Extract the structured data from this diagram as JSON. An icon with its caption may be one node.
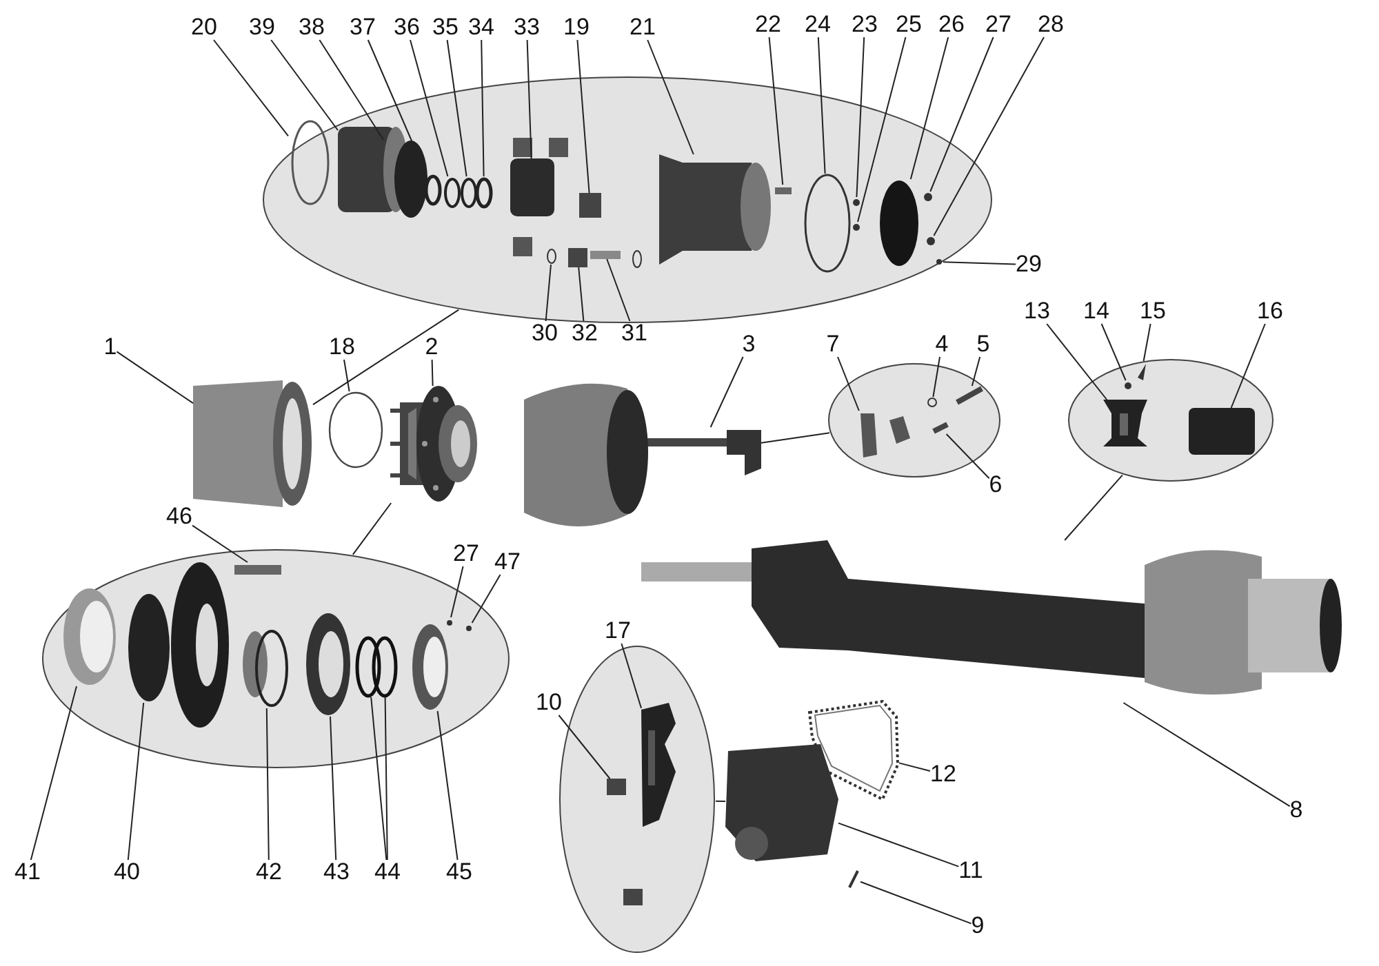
{
  "diagram": {
    "nodes": [
      {
        "text": [
          "20"
        ]
      },
      {
        "text": [
          "39"
        ]
      },
      {
        "text": [
          "38"
        ]
      },
      {
        "text": [
          "37"
        ]
      },
      {
        "text": [
          "36"
        ]
      },
      {
        "text": [
          "35"
        ]
      },
      {
        "text": [
          "34"
        ]
      },
      {
        "text": [
          "33"
        ]
      },
      {
        "text": [
          "19"
        ]
      },
      {
        "text": [
          "21"
        ]
      },
      {
        "text": [
          "22"
        ]
      },
      {
        "text": [
          "24"
        ]
      },
      {
        "text": [
          "23"
        ]
      },
      {
        "text": [
          "25"
        ]
      },
      {
        "text": [
          "26"
        ]
      },
      {
        "text": [
          "27"
        ]
      },
      {
        "text": [
          "28"
        ]
      },
      {
        "text": [],
        "shape": "ellipse"
      },
      {
        "text": [
          "29"
        ]
      },
      {
        "text": [
          "30"
        ]
      },
      {
        "text": [
          "32"
        ]
      },
      {
        "text": [
          "31"
        ]
      },
      {
        "text": [
          "1"
        ]
      },
      {
        "text": [
          "18"
        ]
      },
      {
        "text": [
          "2"
        ]
      },
      {
        "text": [
          "3"
        ]
      },
      {
        "text": [
          "7"
        ]
      },
      {
        "text": [
          "4"
        ]
      },
      {
        "text": [
          "5"
        ]
      },
      {
        "text": [
          "13"
        ]
      },
      {
        "text": [
          "14"
        ]
      },
      {
        "text": [
          "15"
        ]
      },
      {
        "text": [
          "16"
        ]
      },
      {
        "text": [],
        "shape": "ellipse"
      },
      {
        "text": [],
        "shape": "ellipse"
      },
      {
        "text": [
          "6"
        ]
      },
      {
        "text": [
          "46"
        ]
      },
      {
        "text": [
          "27"
        ]
      },
      {
        "text": [
          "47"
        ]
      },
      {
        "text": [],
        "shape": "ellipse"
      },
      {
        "text": [
          "17"
        ]
      },
      {
        "text": [
          "10"
        ]
      },
      {
        "text": [
          "12"
        ]
      },
      {
        "text": [],
        "shape": "ellipse"
      },
      {
        "text": [
          "11"
        ]
      },
      {
        "text": [
          "8"
        ]
      },
      {
        "text": [
          "9"
        ]
      },
      {
        "text": [
          "41"
        ]
      },
      {
        "text": [
          "40"
        ]
      },
      {
        "text": [
          "42"
        ]
      },
      {
        "text": [
          "43"
        ]
      },
      {
        "text": [
          "44"
        ]
      },
      {
        "text": [
          "45"
        ]
      },
      {
        "text": [],
        "shape": "ring",
        "in": 17
      },
      {
        "text": [],
        "shape": "box",
        "in": 17
      },
      {
        "text": [],
        "shape": "ellipse",
        "in": 17
      },
      {
        "text": [],
        "shape": "ring",
        "in": 17
      },
      {
        "text": [],
        "shape": "ring",
        "in": 17
      },
      {
        "text": [],
        "shape": "ring",
        "in": 17
      },
      {
        "text": [],
        "shape": "ring",
        "in": 17
      },
      {
        "text": [],
        "shape": "box",
        "in": 17
      },
      {
        "text": [],
        "shape": "box",
        "in": 17
      },
      {
        "text": [],
        "shape": "picture",
        "in": 17
      },
      {
        "text": [],
        "shape": "box",
        "in": 17
      },
      {
        "text": [],
        "shape": "ring",
        "in": 17
      },
      {
        "text": [],
        "shape": "circle",
        "in": 17
      },
      {
        "text": [],
        "shape": "circle",
        "in": 17
      },
      {
        "text": [],
        "shape": "ellipse",
        "in": 17
      },
      {
        "text": [],
        "shape": "circle",
        "in": 17
      },
      {
        "text": [],
        "shape": "circle",
        "in": 17
      },
      {
        "text": [],
        "shape": "circle",
        "in": 17
      },
      {
        "text": [],
        "shape": "ring",
        "in": 17
      },
      {
        "text": [],
        "shape": "box",
        "in": 17
      },
      {
        "text": [],
        "shape": "box",
        "in": 17
      },
      {
        "text": [],
        "shape": "cylinder"
      },
      {
        "text": [],
        "shape": "ring"
      },
      {
        "text": [],
        "shape": "picture"
      },
      {
        "text": [],
        "shape": "picture"
      },
      {
        "text": [],
        "shape": "box",
        "in": 33
      },
      {
        "text": [],
        "shape": "ring",
        "in": 33
      },
      {
        "text": [],
        "shape": "bar",
        "in": 33
      },
      {
        "text": [],
        "shape": "bar",
        "in": 33
      },
      {
        "text": [],
        "shape": "picture",
        "in": 34
      },
      {
        "text": [],
        "shape": "circle",
        "in": 34
      },
      {
        "text": [],
        "shape": "triangle",
        "in": 34
      },
      {
        "text": [],
        "shape": "box",
        "in": 34
      },
      {
        "text": [],
        "shape": "bar",
        "in": 39
      },
      {
        "text": [],
        "shape": "circle",
        "in": 39
      },
      {
        "text": [],
        "shape": "circle",
        "in": 39
      },
      {
        "text": [],
        "shape": "picture",
        "in": 39
      },
      {
        "text": [],
        "shape": "ellipse",
        "in": 39
      },
      {
        "text": [],
        "shape": "ring",
        "in": 39
      },
      {
        "text": [],
        "shape": "picture",
        "in": 39
      },
      {
        "text": [],
        "shape": "ring",
        "in": 39
      },
      {
        "text": [],
        "shape": "ring",
        "in": 39
      },
      {
        "text": [],
        "shape": "picture",
        "in": 39
      },
      {
        "text": [],
        "shape": "picture",
        "in": 43
      },
      {
        "text": [],
        "shape": "box",
        "in": 43
      },
      {
        "text": [],
        "shape": "picture"
      },
      {
        "text": [],
        "shape": "picture"
      },
      {
        "text": [],
        "shape": "bar"
      },
      {
        "text": [],
        "shape": "picture"
      }
    ],
    "edges": [
      {
        "from": 0,
        "to": 53,
        "arrow": "none"
      },
      {
        "from": 1,
        "to": 54,
        "arrow": "none"
      },
      {
        "from": 2,
        "to": 55,
        "arrow": "none"
      },
      {
        "from": 3,
        "to": 56,
        "arrow": "none"
      },
      {
        "from": 4,
        "to": 57,
        "arrow": "none"
      },
      {
        "from": 5,
        "to": 58,
        "arrow": "none"
      },
      {
        "from": 6,
        "to": 59,
        "arrow": "none"
      },
      {
        "from": 7,
        "to": 60,
        "arrow": "none"
      },
      {
        "from": 8,
        "to": 61,
        "arrow": "none"
      },
      {
        "from": 9,
        "to": 62,
        "arrow": "none"
      },
      {
        "from": 10,
        "to": 63,
        "arrow": "none"
      },
      {
        "from": 11,
        "to": 64,
        "arrow": "none"
      },
      {
        "from": 12,
        "to": 65,
        "arrow": "none"
      },
      {
        "from": 13,
        "to": 66,
        "arrow": "none"
      },
      {
        "from": 14,
        "to": 67,
        "arrow": "none"
      },
      {
        "from": 15,
        "to": 68,
        "arrow": "none"
      },
      {
        "from": 16,
        "to": 69,
        "arrow": "none"
      },
      {
        "from": 17,
        "to": 74,
        "arrow": "none"
      },
      {
        "from": 18,
        "to": 70,
        "arrow": "none"
      },
      {
        "from": 19,
        "to": 71,
        "arrow": "none"
      },
      {
        "from": 20,
        "to": 72,
        "arrow": "none"
      },
      {
        "from": 21,
        "to": 73,
        "arrow": "none"
      },
      {
        "from": 22,
        "to": 74,
        "arrow": "none"
      },
      {
        "from": 23,
        "to": 75,
        "arrow": "none"
      },
      {
        "from": 24,
        "to": 76,
        "arrow": "none"
      },
      {
        "from": 25,
        "to": 77,
        "arrow": "none"
      },
      {
        "from": 26,
        "to": 78,
        "arrow": "none"
      },
      {
        "from": 27,
        "to": 79,
        "arrow": "none"
      },
      {
        "from": 28,
        "to": 80,
        "arrow": "none"
      },
      {
        "from": 29,
        "to": 82,
        "arrow": "none"
      },
      {
        "from": 30,
        "to": 83,
        "arrow": "none"
      },
      {
        "from": 31,
        "to": 84,
        "arrow": "none"
      },
      {
        "from": 32,
        "to": 85,
        "arrow": "none"
      },
      {
        "from": 33,
        "to": 77,
        "arrow": "none"
      },
      {
        "from": 34,
        "to": 101,
        "arrow": "none"
      },
      {
        "from": 35,
        "to": 81,
        "arrow": "none"
      },
      {
        "from": 36,
        "to": 86,
        "arrow": "none"
      },
      {
        "from": 37,
        "to": 87,
        "arrow": "none"
      },
      {
        "from": 38,
        "to": 88,
        "arrow": "none"
      },
      {
        "from": 39,
        "to": 76,
        "arrow": "none"
      },
      {
        "from": 40,
        "to": 96,
        "arrow": "none"
      },
      {
        "from": 41,
        "to": 97,
        "arrow": "none"
      },
      {
        "from": 42,
        "to": 98,
        "arrow": "none"
      },
      {
        "from": 43,
        "to": 99,
        "arrow": "none"
      },
      {
        "from": 44,
        "to": 99,
        "arrow": "none"
      },
      {
        "from": 45,
        "to": 101,
        "arrow": "none"
      },
      {
        "from": 46,
        "to": 100,
        "arrow": "none"
      },
      {
        "from": 47,
        "to": 89,
        "arrow": "none"
      },
      {
        "from": 48,
        "to": 90,
        "arrow": "none"
      },
      {
        "from": 49,
        "to": 91,
        "arrow": "none"
      },
      {
        "from": 50,
        "to": 92,
        "arrow": "none"
      },
      {
        "from": 51,
        "to": 93,
        "arrow": "none"
      },
      {
        "from": 51,
        "to": 94,
        "arrow": "none"
      },
      {
        "from": 52,
        "to": 95,
        "arrow": "none"
      }
    ]
  }
}
